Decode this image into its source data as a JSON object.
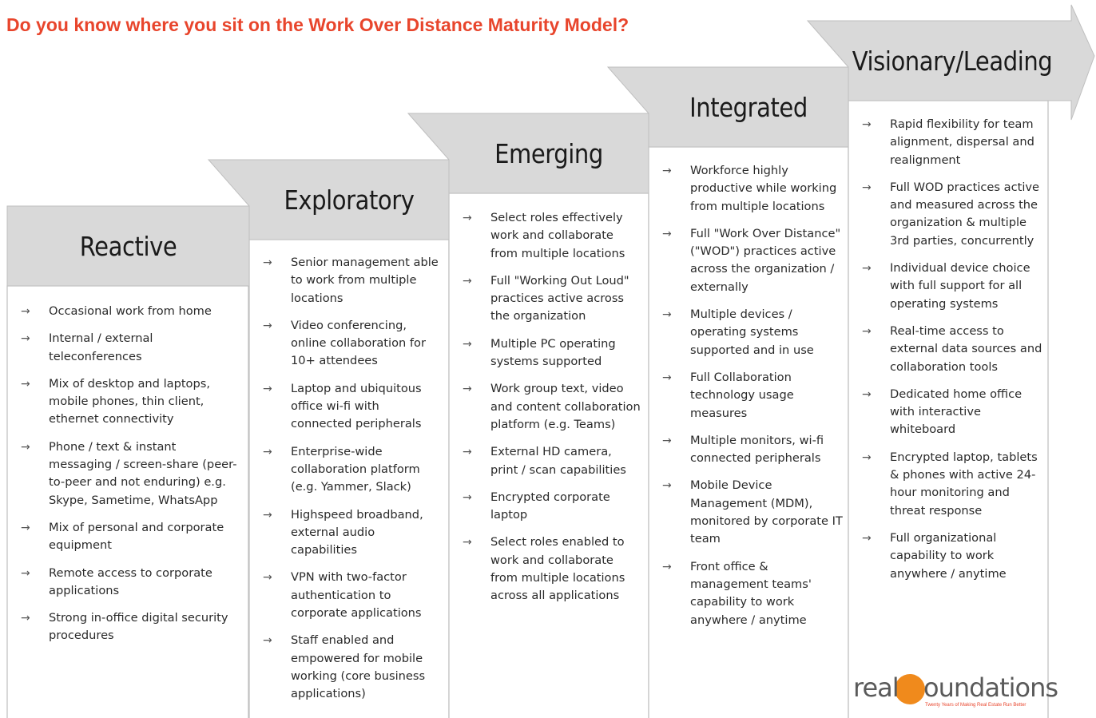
{
  "title": "Do you know where you sit on the Work Over Distance Maturity Model?",
  "colors": {
    "title": "#e8452c",
    "header_fill": "#d9d9d9",
    "fold_fill": "#7f7f7f",
    "border": "#bfbfbf",
    "logo_orange": "#f08a1c"
  },
  "stages": [
    {
      "name": "Reactive",
      "items": [
        "Occasional work from home",
        "Internal / external teleconferences",
        "Mix of desktop and laptops, mobile phones, thin client, ethernet connectivity",
        "Phone / text & instant messaging / screen-share (peer-to-peer and not enduring) e.g. Skype, Sametime, WhatsApp",
        "Mix of  personal and corporate equipment",
        "Remote access to corporate applications",
        "Strong in-office digital security procedures"
      ]
    },
    {
      "name": "Exploratory",
      "items": [
        "Senior management able to work from multiple locations",
        "Video conferencing, online collaboration for 10+ attendees",
        "Laptop and ubiquitous office wi-fi with connected peripherals",
        "Enterprise-wide collaboration platform (e.g. Yammer, Slack)",
        "Highspeed broadband, external audio capabilities",
        "VPN with two-factor authentication to corporate applications",
        "Staff enabled and empowered for mobile working (core business applications)"
      ]
    },
    {
      "name": "Emerging",
      "items": [
        "Select roles effectively work and collaborate from multiple locations",
        "Full \"Working Out Loud\" practices active across the organization",
        "Multiple PC operating systems supported",
        "Work group text, video and content collaboration platform (e.g. Teams)",
        "External HD camera, print / scan capabilities",
        "Encrypted corporate laptop",
        "Select roles enabled to work and collaborate from multiple locations across all applications"
      ]
    },
    {
      "name": "Integrated",
      "items": [
        "Workforce highly productive while working from multiple locations",
        "Full \"Work Over Distance\" (\"WOD\")  practices active across the organization / externally",
        "Multiple devices / operating systems supported and in use",
        "Full Collaboration technology usage measures",
        "Multiple monitors, wi-fi connected peripherals",
        "Mobile Device Management (MDM), monitored by corporate IT team",
        "Front office & management teams' capability to work anywhere / anytime"
      ]
    },
    {
      "name": "Visionary/Leading",
      "items": [
        "Rapid flexibility for team alignment, dispersal and realignment",
        "Full WOD practices active and measured across the organization & multiple 3rd parties, concurrently",
        "Individual device choice with full support for all operating systems",
        "Real-time access to external data sources and collaboration tools",
        "Dedicated home office with interactive whiteboard",
        "Encrypted laptop, tablets & phones with active 24-hour monitoring and threat response",
        "Full organizational capability to work anywhere / anytime"
      ]
    }
  ],
  "arrow_glyph": "→",
  "logo": {
    "part1": "real",
    "part2": "oundations",
    "tagline": "Twenty Years of Making Real Estate Run Better"
  }
}
